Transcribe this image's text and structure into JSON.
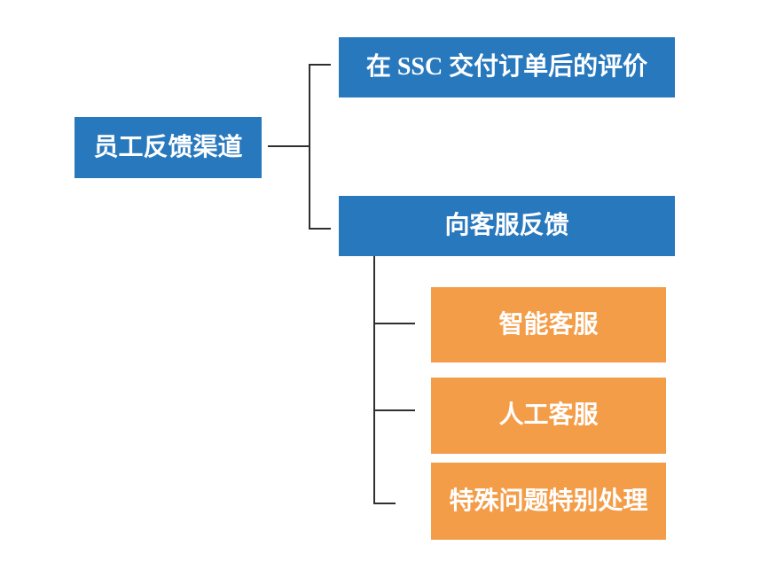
{
  "diagram": {
    "colors": {
      "blue": "#2878BE",
      "orange": "#F49D49",
      "line": "#2f2f2f",
      "text": "#ffffff",
      "bg": "#ffffff"
    },
    "root": {
      "label": "员工反馈渠道"
    },
    "level1": [
      {
        "label": "在 SSC 交付订单后的评价"
      },
      {
        "label": "向客服反馈"
      }
    ],
    "level2": [
      {
        "label": "智能客服"
      },
      {
        "label": "人工客服"
      },
      {
        "label": "特殊问题特别处理"
      }
    ]
  }
}
